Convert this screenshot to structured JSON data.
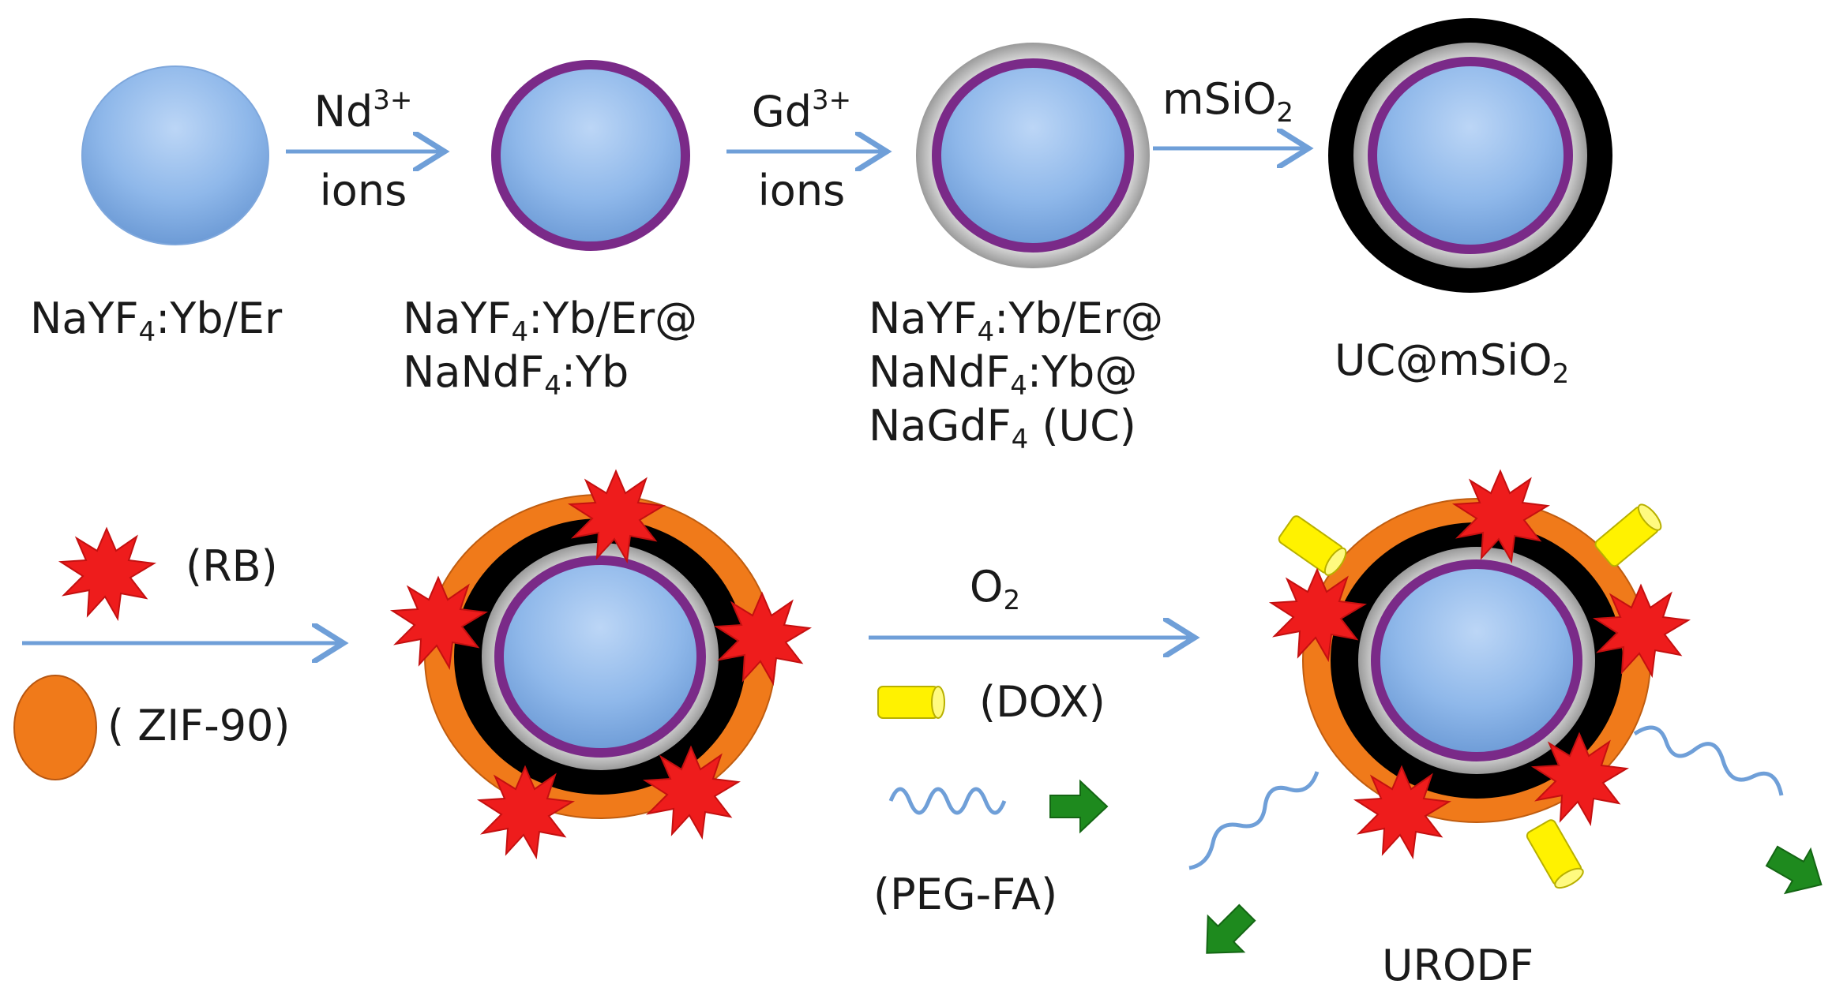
{
  "top_row": {
    "step1": {
      "name": "NaYF",
      "sub": "4",
      "rest": ":Yb/Er"
    },
    "arrow1": {
      "line1": "Nd",
      "sup": "3+",
      "line2": "ions"
    },
    "step2": {
      "l1a": "NaYF",
      "l1sub": "4",
      "l1b": ":Yb/Er@",
      "l2a": "NaNdF",
      "l2sub": "4",
      "l2b": ":Yb"
    },
    "arrow2": {
      "line1": "Gd",
      "sup": "3+",
      "line2": "ions"
    },
    "step3": {
      "l1a": "NaYF",
      "l1sub": "4",
      "l1b": ":Yb/Er@",
      "l2a": "NaNdF",
      "l2sub": "4",
      "l2b": ":Yb@",
      "l3a": "NaGdF",
      "l3sub": "4",
      "l3b": " (UC)"
    },
    "arrow3": {
      "main": "mSiO",
      "sub": "2"
    },
    "step4": {
      "main": "UC@mSiO",
      "sub": "2"
    }
  },
  "bottom_row": {
    "legend_rb": "(RB)",
    "legend_zif": "( ZIF-90)",
    "arrow_o2": {
      "main": "O",
      "sub": "2"
    },
    "legend_dox": "(DOX)",
    "legend_peg": "(PEG-FA)",
    "final_label": "URODF"
  },
  "colors": {
    "core_blue": "#8fb8ea",
    "purple_shell": "#7a2a88",
    "gray_shell": "#b0b0b0",
    "black_shell": "#000000",
    "zif_orange": "#f07a1a",
    "rb_red": "#ee1c1c",
    "dox_yellow": "#fff200",
    "fa_green": "#1e8a1e",
    "arrow_blue": "#6f9fd8"
  }
}
